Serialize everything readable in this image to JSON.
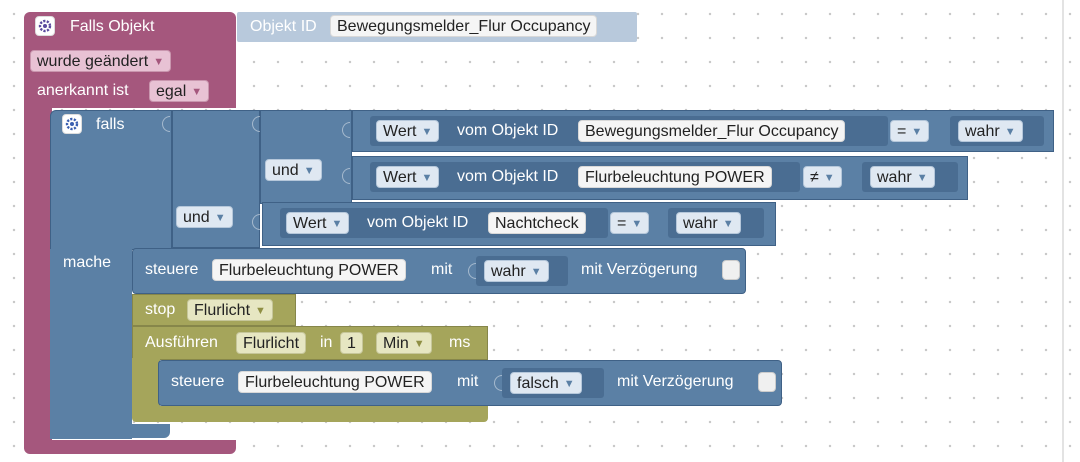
{
  "trigger": {
    "title": "Falls Objekt",
    "object_id_label": "Objekt ID",
    "object_id_value": "Bewegungsmelder_Flur Occupancy",
    "changed_value": "wurde geändert",
    "ack_label": "anerkannt ist",
    "ack_value": "egal"
  },
  "if_block": {
    "title": "falls",
    "do_label": "mache",
    "and_outer": "und",
    "and_inner": "und"
  },
  "cond1": {
    "prop": "Wert",
    "of_label": "vom Objekt ID",
    "object": "Bewegungsmelder_Flur Occupancy",
    "op": "=",
    "value": "wahr"
  },
  "cond2": {
    "prop": "Wert",
    "of_label": "vom Objekt ID",
    "object": "Flurbeleuchtung POWER",
    "op": "≠",
    "value": "wahr"
  },
  "cond3": {
    "prop": "Wert",
    "of_label": "vom Objekt ID",
    "object": "Nachtcheck",
    "op": "=",
    "value": "wahr"
  },
  "set1": {
    "label": "steuere",
    "object": "Flurbeleuchtung POWER",
    "with_label": "mit",
    "value": "wahr",
    "delay_label": "mit Verzögerung"
  },
  "stop": {
    "label": "stop",
    "timer": "Flurlicht"
  },
  "run": {
    "label": "Ausführen",
    "timer": "Flurlicht",
    "in_label": "in",
    "amount": "1",
    "unit": "Min",
    "ms_label": "ms"
  },
  "set2": {
    "label": "steuere",
    "object": "Flurbeleuchtung POWER",
    "with_label": "mit",
    "value": "falsch",
    "delay_label": "mit Verzögerung"
  },
  "icons": {
    "gear": "gear-icon",
    "dropdown": "dropdown-arrow-icon"
  },
  "colors": {
    "event_block": "#a5577d",
    "logic_block": "#5b80a5",
    "timer_block": "#a5a55b"
  }
}
